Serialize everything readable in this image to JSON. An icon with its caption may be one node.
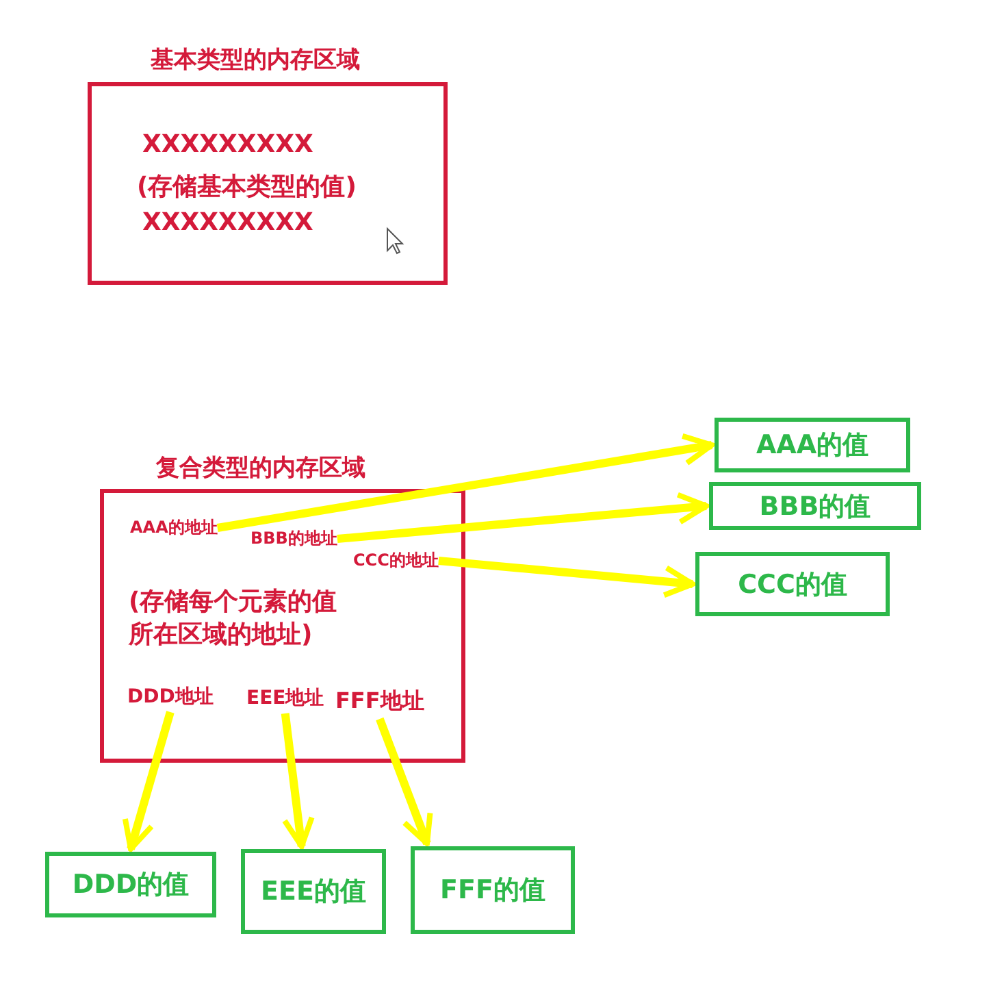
{
  "diagram": {
    "nodes": [
      {
        "text": [
          "基本类型的内存区域",
          "XXXXXXXXX",
          "(存储基本类型的值)",
          "XXXXXXXXX"
        ]
      },
      {
        "text": [
          "复合类型的内存区域",
          "(存储每个元素的值所在区域的地址)"
        ]
      },
      {
        "text": [
          "AAA的地址"
        ],
        "in": 1
      },
      {
        "text": [
          "BBB的地址"
        ],
        "in": 1
      },
      {
        "text": [
          "CCC的地址"
        ],
        "in": 1
      },
      {
        "text": [
          "DDD地址"
        ],
        "in": 1
      },
      {
        "text": [
          "EEE地址"
        ],
        "in": 1
      },
      {
        "text": [
          "FFF地址"
        ],
        "in": 1
      },
      {
        "text": [
          "AAA的值"
        ]
      },
      {
        "text": [
          "BBB的值"
        ]
      },
      {
        "text": [
          "CCC的值"
        ]
      },
      {
        "text": [
          "DDD的值"
        ]
      },
      {
        "text": [
          "EEE的值"
        ]
      },
      {
        "text": [
          "FFF的值"
        ]
      }
    ],
    "edges": [
      {
        "from": 2,
        "to": 8,
        "arrow": "to"
      },
      {
        "from": 3,
        "to": 9,
        "arrow": "to"
      },
      {
        "from": 4,
        "to": 10,
        "arrow": "to"
      },
      {
        "from": 5,
        "to": 11,
        "arrow": "to"
      },
      {
        "from": 6,
        "to": 12,
        "arrow": "to"
      },
      {
        "from": 7,
        "to": 13,
        "arrow": "to"
      }
    ]
  }
}
